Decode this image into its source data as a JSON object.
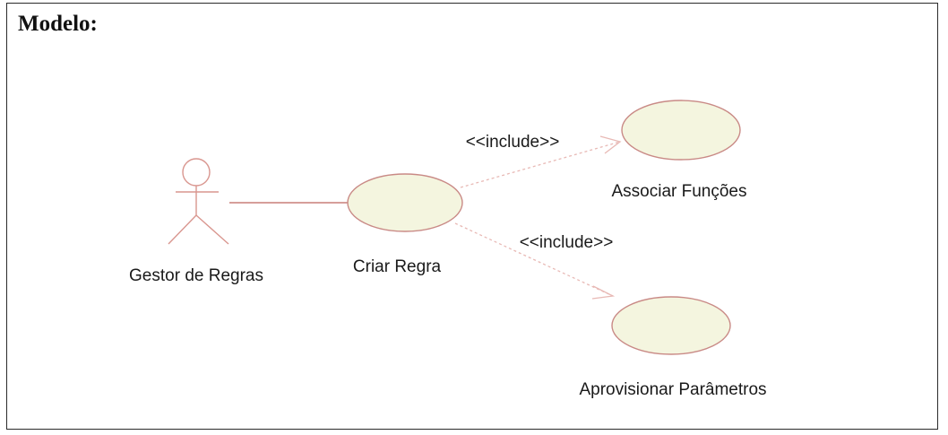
{
  "page": {
    "heading": "Modelo:"
  },
  "actor": {
    "name": "Gestor de Regras"
  },
  "use_cases": [
    {
      "name": "Criar Regra"
    },
    {
      "name": "Associar Funções"
    },
    {
      "name": "Aprovisionar Parâmetros"
    }
  ],
  "relations": [
    {
      "stereotype": "<<include>>"
    },
    {
      "stereotype": "<<include>>"
    }
  ],
  "colors": {
    "use_case_fill": "#F4F5DF",
    "use_case_stroke": "#C98A86",
    "actor_stroke": "#D9968F",
    "association_stroke": "#C97F79",
    "include_stroke": "#E8B9B5",
    "frame_border": "#2A2A2A"
  }
}
